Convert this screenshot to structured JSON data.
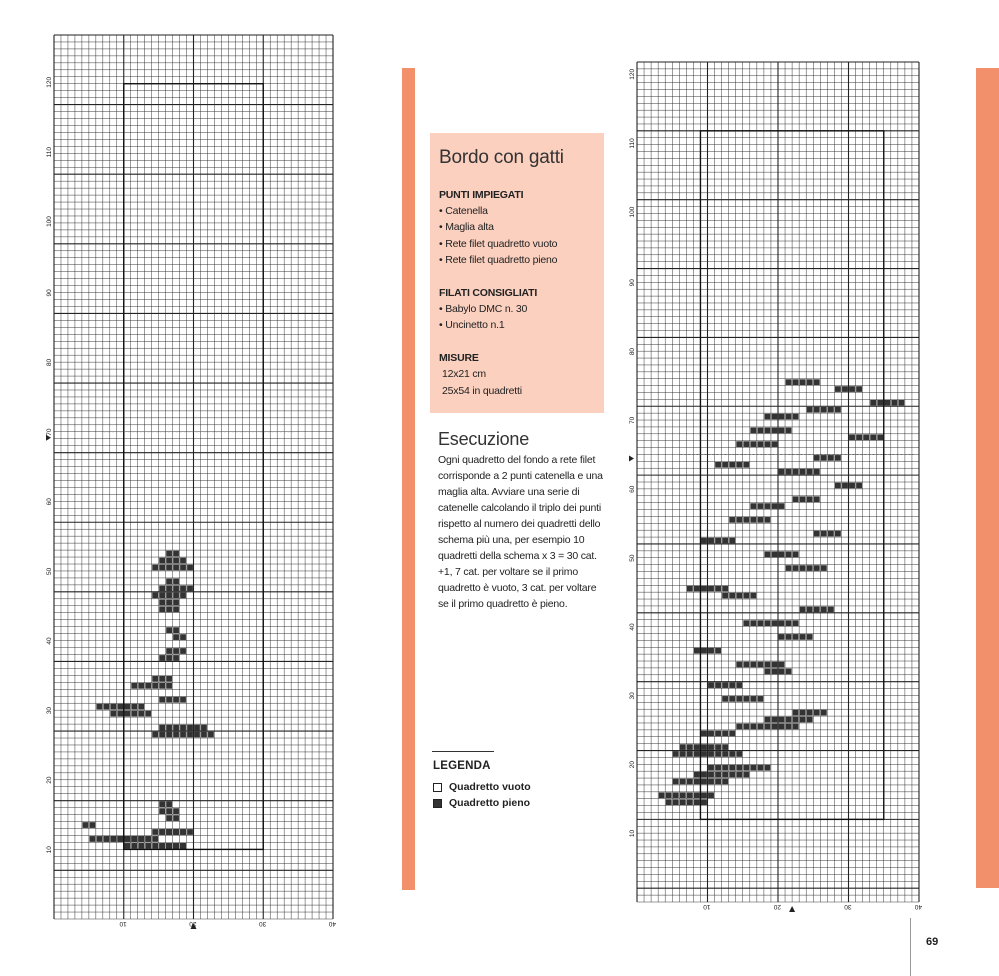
{
  "info": {
    "title": "Bordo con gatti",
    "punti_heading": "PUNTI IMPIEGATI",
    "punti": [
      "• Catenella",
      "• Maglia alta",
      "• Rete filet quadretto vuoto",
      "• Rete filet quadretto pieno"
    ],
    "filati_heading": "FILATI CONSIGLIATI",
    "filati": [
      "• Babylo DMC n. 30",
      "• Uncinetto n.1"
    ],
    "misure_heading": "MISURE",
    "misure": [
      "12x21 cm",
      "25x54 in quadretti"
    ]
  },
  "execution": {
    "title": "Esecuzione",
    "body": "Ogni quadretto del fondo a rete filet corrisponde a 2 punti catenella e una maglia alta. Avviare una serie di catenelle calcolando il triplo dei punti rispetto al numero dei quadretti dello schema più una, per esempio 10 quadretti della schema x 3 = 30 cat. +1, 7 cat. per voltare se il primo quadretto è vuoto, 3 cat. per voltare se il primo quadretto è pieno."
  },
  "legend": {
    "title": "LEGENDA",
    "empty_label": "Quadretto vuoto",
    "full_label": "Quadretto pieno"
  },
  "page_number": "69",
  "colors": {
    "accent": "#f2906c",
    "box": "#fbd0bf",
    "ink": "#222222"
  },
  "charts": {
    "left": {
      "row_labels": [
        "10",
        "20",
        "30",
        "40",
        "50",
        "60",
        "70",
        "80",
        "90",
        "100",
        "110",
        "120"
      ],
      "col_labels": [
        "10",
        "20",
        "30",
        "40"
      ],
      "filled": [
        [
          7,
          10,
          16,
          17
        ],
        [
          5,
          10,
          16,
          18
        ],
        [
          3,
          10,
          15,
          18
        ],
        [
          3,
          10,
          17,
          18
        ],
        [
          4,
          10,
          10,
          18
        ],
        [
          3,
          11,
          7,
          12
        ],
        [
          4,
          11,
          5,
          14
        ],
        [
          5,
          11,
          9,
          13
        ],
        [
          3,
          12,
          14,
          19
        ],
        [
          4,
          12,
          15,
          18
        ],
        [
          5,
          12,
          16,
          17
        ],
        [
          3,
          13,
          4,
          5
        ],
        [
          6,
          14,
          16,
          17
        ],
        [
          6,
          15,
          15,
          17
        ],
        [
          7,
          16,
          15,
          16
        ],
        [
          4,
          26,
          14,
          22
        ],
        [
          5,
          27,
          15,
          21
        ],
        [
          6,
          29,
          8,
          13
        ],
        [
          5,
          30,
          6,
          12
        ],
        [
          8,
          31,
          15,
          18
        ],
        [
          3,
          33,
          11,
          16
        ],
        [
          4,
          34,
          14,
          16
        ],
        [
          7,
          37,
          15,
          17
        ],
        [
          6,
          38,
          16,
          18
        ],
        [
          5,
          40,
          17,
          18
        ],
        [
          6,
          41,
          16,
          17
        ],
        [
          7,
          44,
          15,
          17
        ],
        [
          8,
          45,
          15,
          17
        ],
        [
          3,
          46,
          14,
          18
        ],
        [
          4,
          47,
          15,
          19
        ],
        [
          6,
          48,
          16,
          17
        ],
        [
          5,
          50,
          14,
          19
        ],
        [
          6,
          51,
          15,
          18
        ],
        [
          7,
          52,
          16,
          17
        ]
      ]
    },
    "right": {
      "row_labels": [
        "10",
        "20",
        "30",
        "40",
        "50",
        "60",
        "70",
        "80",
        "90",
        "100",
        "110",
        "120"
      ],
      "col_labels": [
        "10",
        "20",
        "30",
        "40"
      ],
      "filled": [
        [
          10,
          14,
          4,
          9
        ],
        [
          11,
          15,
          3,
          10
        ],
        [
          12,
          17,
          5,
          12
        ],
        [
          11,
          18,
          8,
          15
        ],
        [
          12,
          19,
          10,
          18
        ],
        [
          16,
          21,
          5,
          14
        ],
        [
          17,
          22,
          6,
          12
        ],
        [
          14,
          24,
          9,
          13
        ],
        [
          13,
          25,
          14,
          22
        ],
        [
          12,
          26,
          18,
          24
        ],
        [
          15,
          27,
          22,
          26
        ],
        [
          16,
          29,
          12,
          17
        ],
        [
          17,
          31,
          10,
          14
        ],
        [
          18,
          33,
          18,
          21
        ],
        [
          16,
          34,
          14,
          20
        ],
        [
          12,
          36,
          8,
          11
        ],
        [
          10,
          38,
          20,
          24
        ],
        [
          14,
          40,
          15,
          22
        ],
        [
          13,
          42,
          23,
          27
        ],
        [
          11,
          44,
          12,
          16
        ],
        [
          15,
          45,
          7,
          12
        ],
        [
          16,
          48,
          21,
          26
        ],
        [
          12,
          50,
          18,
          22
        ],
        [
          14,
          52,
          9,
          13
        ],
        [
          13,
          53,
          25,
          28
        ],
        [
          15,
          55,
          13,
          18
        ],
        [
          17,
          57,
          16,
          20
        ],
        [
          12,
          58,
          22,
          25
        ],
        [
          16,
          60,
          28,
          31
        ],
        [
          15,
          62,
          20,
          25
        ],
        [
          13,
          63,
          11,
          15
        ],
        [
          16,
          64,
          25,
          28
        ],
        [
          17,
          66,
          14,
          19
        ],
        [
          14,
          67,
          30,
          34
        ],
        [
          11,
          68,
          16,
          21
        ],
        [
          15,
          70,
          18,
          22
        ],
        [
          16,
          71,
          24,
          28
        ],
        [
          13,
          72,
          33,
          37
        ],
        [
          14,
          74,
          28,
          31
        ],
        [
          12,
          75,
          21,
          25
        ]
      ]
    }
  }
}
